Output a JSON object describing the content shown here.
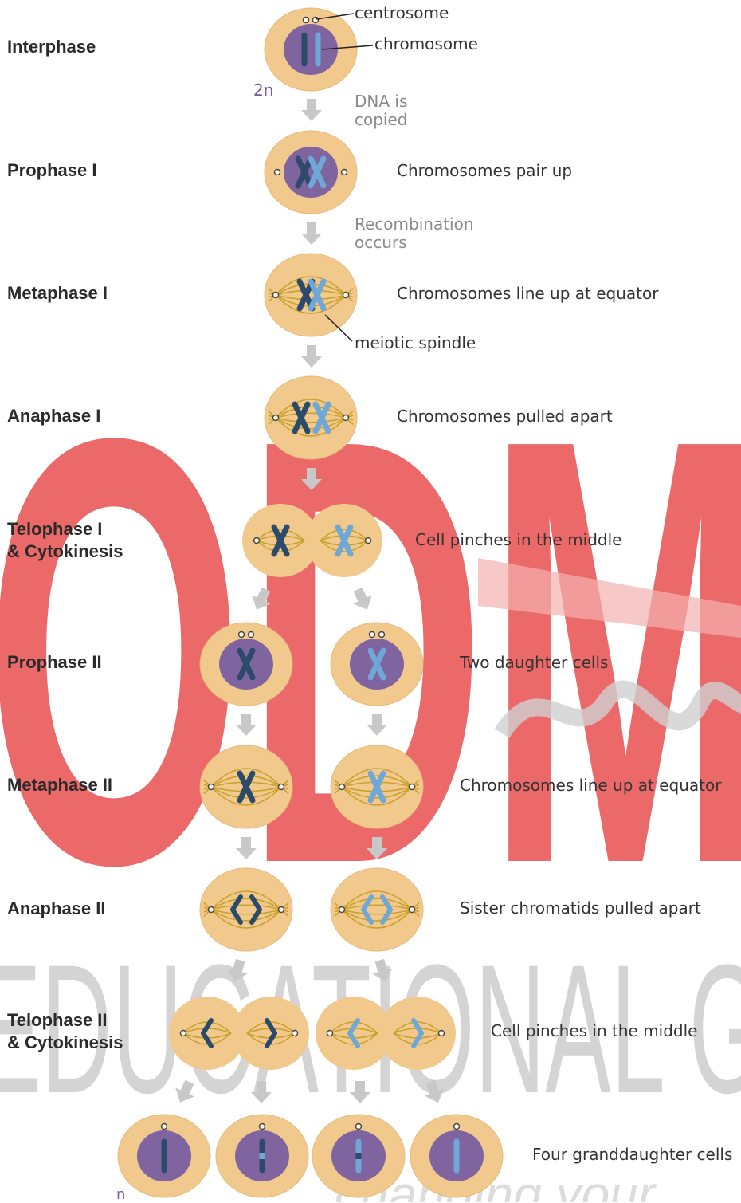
{
  "stages": [
    {
      "name": "Interphase",
      "description": ""
    },
    {
      "name": "Prophase I",
      "description": "Chromosomes pair up"
    },
    {
      "name": "Metaphase I",
      "description": "Chromosomes line up at equator"
    },
    {
      "name": "Anaphase I",
      "description": "Chromosomes pulled apart"
    },
    {
      "name": "Telophase I\n& Cytokinesis",
      "description": "Cell pinches in the middle"
    },
    {
      "name": "Prophase II",
      "description": "Two daughter cells"
    },
    {
      "name": "Metaphase II",
      "description": "Chromosomes line up at equator"
    },
    {
      "name": "Anaphase II",
      "description": "Sister chromatids pulled apart"
    },
    {
      "name": "Telophase II\n& Cytokinesis",
      "description": "Cell pinches in the middle"
    },
    {
      "name": "",
      "description": "Four granddaughter cells"
    }
  ],
  "callouts": {
    "centrosome": "centrosome",
    "chromosome": "chromosome",
    "spindle": "meiotic spindle"
  },
  "notes": {
    "dna": "DNA is\ncopied",
    "recombination": "Recombination\noccurs"
  },
  "ploidy": {
    "diploid": "2n",
    "haploid": "n"
  },
  "watermark": {
    "brand": "ODM",
    "line": "EDUCATIONAL G",
    "tagline": "changing your"
  },
  "colors": {
    "cell": "#f2c98c",
    "nucleus": "#7f64a0",
    "dark_chromosome": "#2c4a6a",
    "light_chromosome": "#6fa7d6",
    "spindle": "#c8a02a",
    "arrow": "#c8c8c8",
    "watermark_red": "#e44d4d"
  }
}
